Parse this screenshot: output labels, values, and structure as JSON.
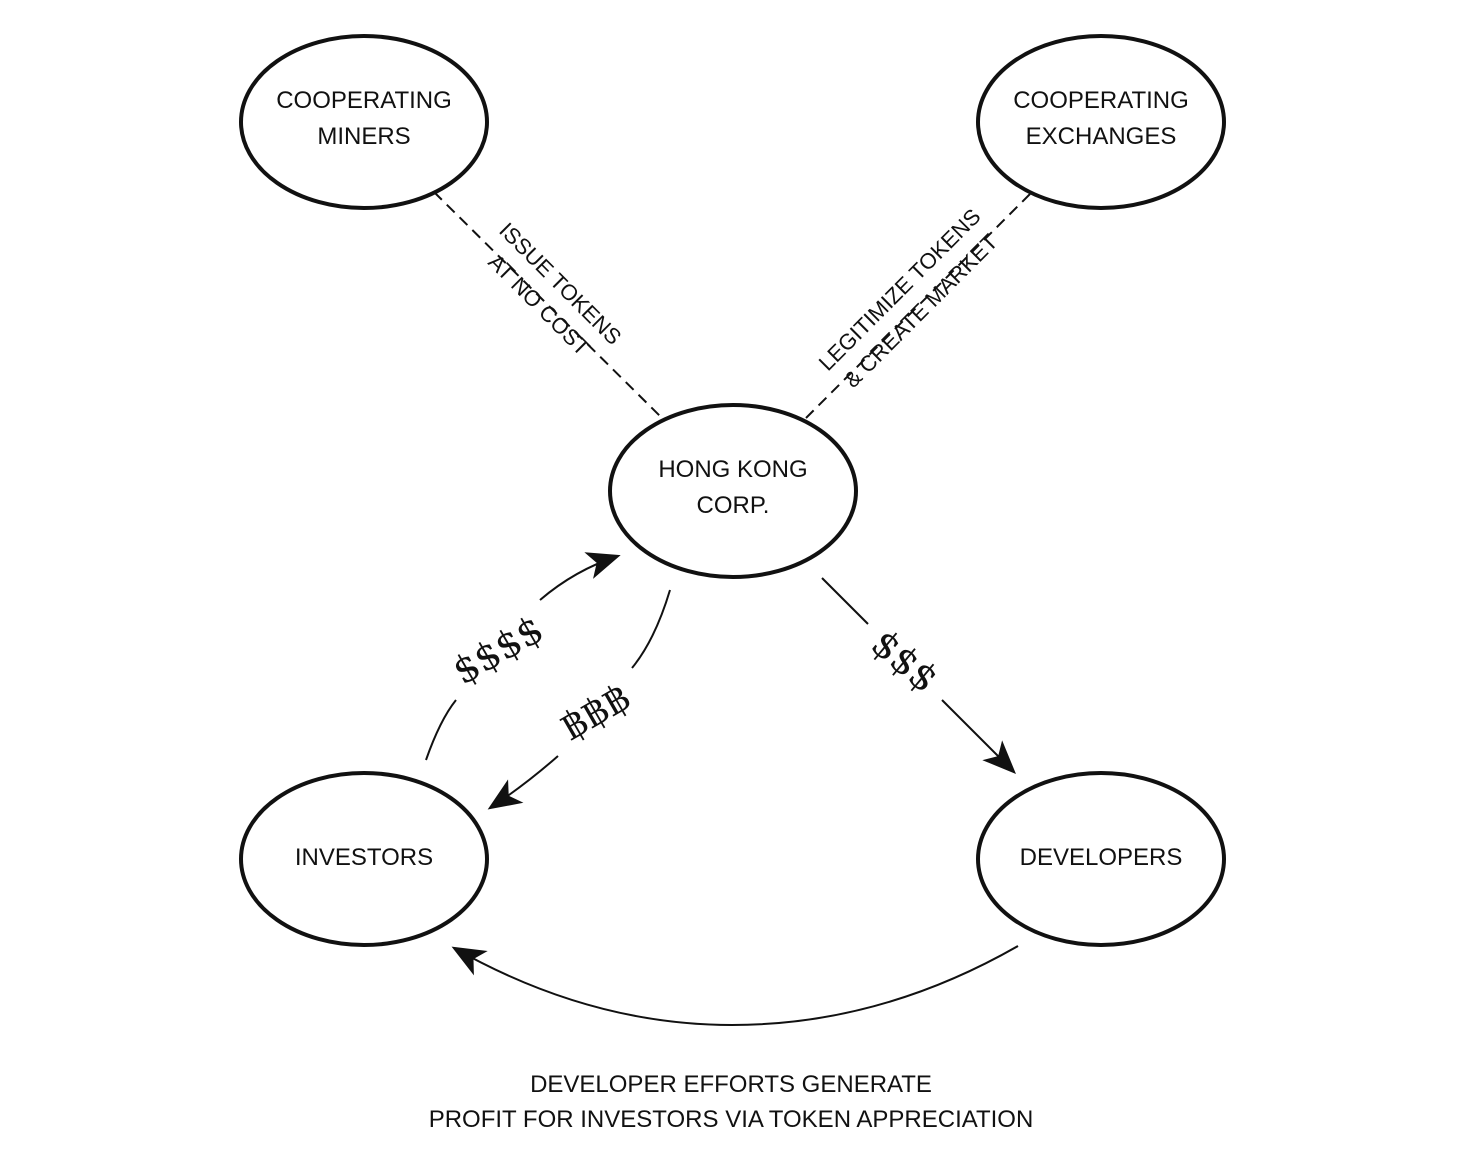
{
  "diagram": {
    "nodes": {
      "miners": [
        "COOPERATING",
        "MINERS"
      ],
      "exchanges": [
        "COOPERATING",
        "EXCHANGES"
      ],
      "corp": [
        "HONG KONG",
        "CORP."
      ],
      "investors": [
        "INVESTORS"
      ],
      "developers": [
        "DEVELOPERS"
      ]
    },
    "edges": {
      "miners_corp": [
        "ISSUE TOKENS",
        "AT NO COST"
      ],
      "exchanges_corp": [
        "LEGITIMIZE TOKENS",
        "& CREATE MARKET"
      ],
      "investors_to_corp": "$$$$",
      "corp_to_investors": "฿฿฿",
      "corp_to_developers": "$$$"
    },
    "caption": [
      "DEVELOPER EFFORTS GENERATE",
      "PROFIT FOR INVESTORS VIA TOKEN APPRECIATION"
    ]
  }
}
